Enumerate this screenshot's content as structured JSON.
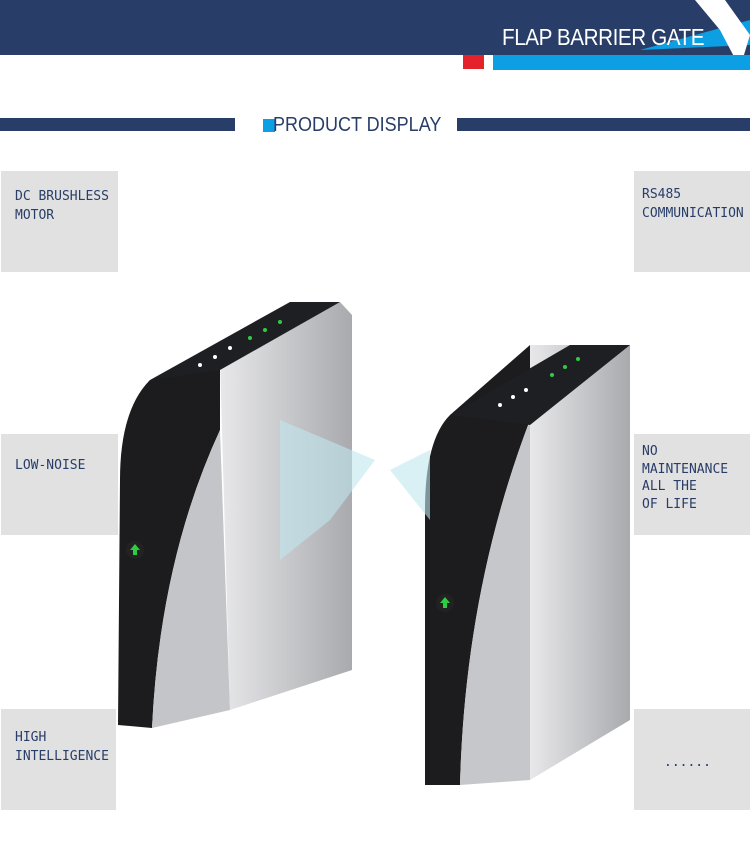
{
  "header": {
    "title": "FLAP BARRIER GATE"
  },
  "section": {
    "title": "PRODUCT DISPLAY"
  },
  "features": {
    "left": [
      "DC BRUSHLESS\nMOTOR",
      "LOW-NOISE",
      "HIGH\nINTELLIGENCE"
    ],
    "right": [
      "RS485\nCOMMUNICATION",
      "NO\nMAINTENANCE\nALL THE\nOF LIFE",
      "......"
    ]
  },
  "colors": {
    "navy": "#283d68",
    "accent_blue": "#0d9fe3",
    "accent_red": "#e3222b",
    "box_gray": "#e1e1e1"
  }
}
